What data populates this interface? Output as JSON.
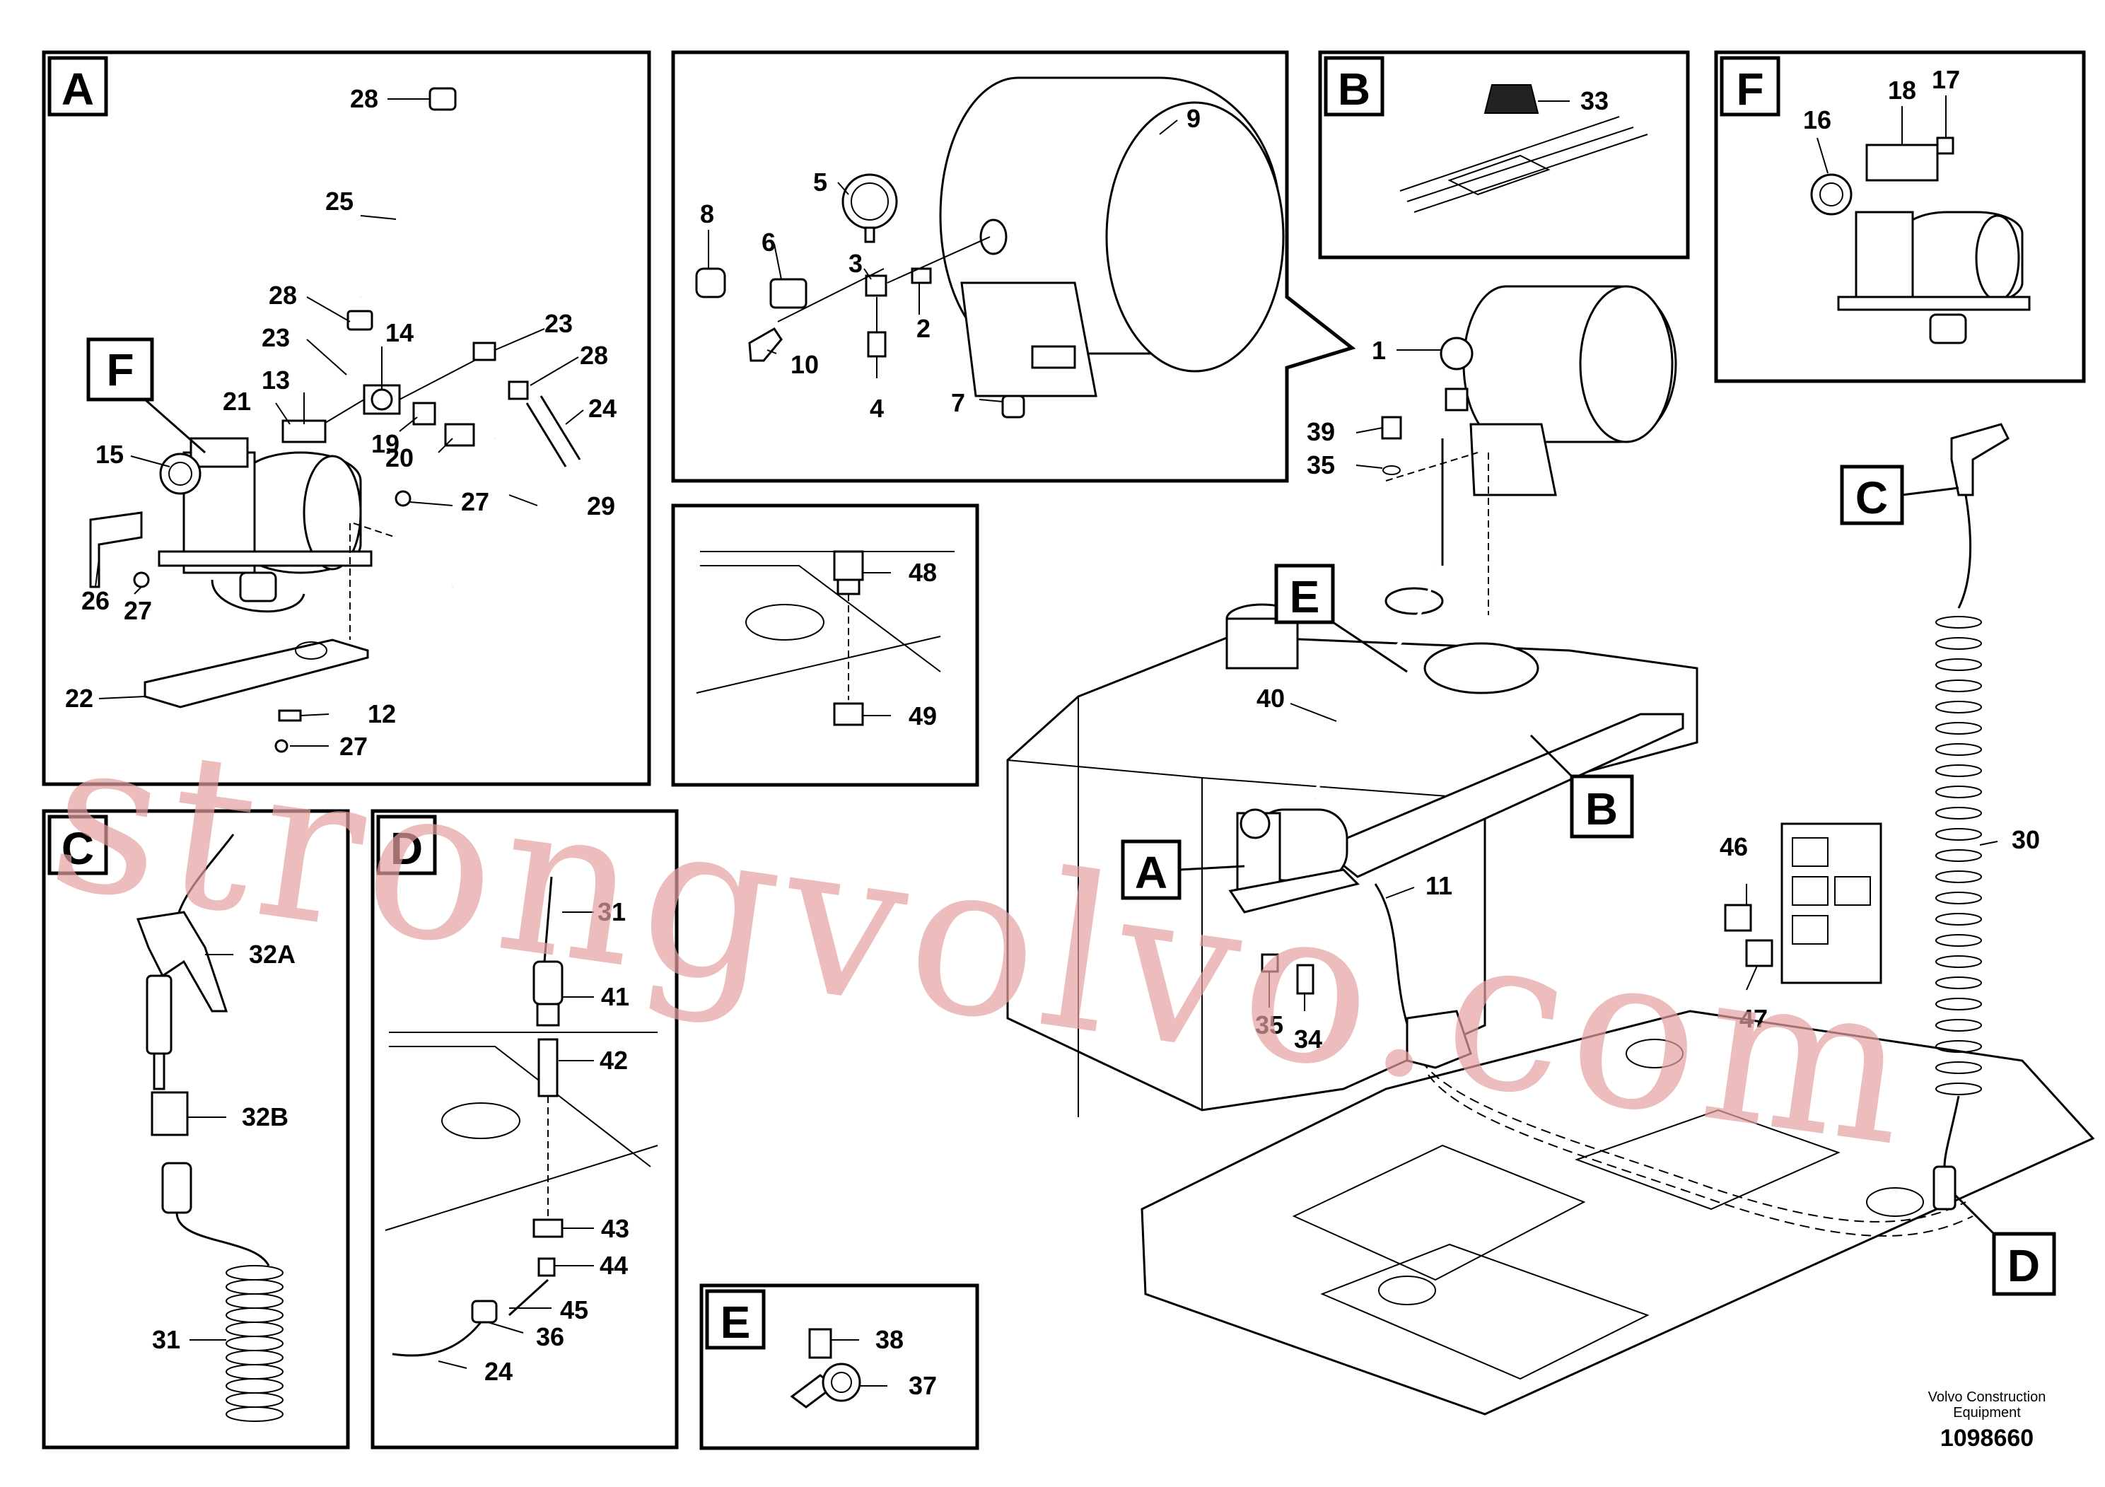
{
  "panels": {
    "A": "A",
    "B": "B",
    "C": "C",
    "D": "D",
    "E": "E",
    "F": "F"
  },
  "callouts": {
    "p1": "1",
    "p2": "2",
    "p3": "3",
    "p4": "4",
    "p5": "5",
    "p6": "6",
    "p7": "7",
    "p8": "8",
    "p9": "9",
    "p10": "10",
    "p11": "11",
    "p12": "12",
    "p13": "13",
    "p14": "14",
    "p15": "15",
    "p16": "16",
    "p17": "17",
    "p18": "18",
    "p19": "19",
    "p20": "20",
    "p21": "21",
    "p22": "22",
    "p23": "23",
    "p24": "24",
    "p25": "25",
    "p26": "26",
    "p27": "27",
    "p28": "28",
    "p29": "29",
    "p30": "30",
    "p31": "31",
    "p32A": "32A",
    "p32B": "32B",
    "p33": "33",
    "p34": "34",
    "p35": "35",
    "p36": "36",
    "p37": "37",
    "p38": "38",
    "p39": "39",
    "p40": "40",
    "p41": "41",
    "p42": "42",
    "p43": "43",
    "p44": "44",
    "p45": "45",
    "p46": "46",
    "p47": "47",
    "p48": "48",
    "p49": "49"
  },
  "footer": {
    "company_line1": "Volvo Construction",
    "company_line2": "Equipment",
    "drawing_number": "1098660"
  },
  "watermark": "strongvolvo.com"
}
